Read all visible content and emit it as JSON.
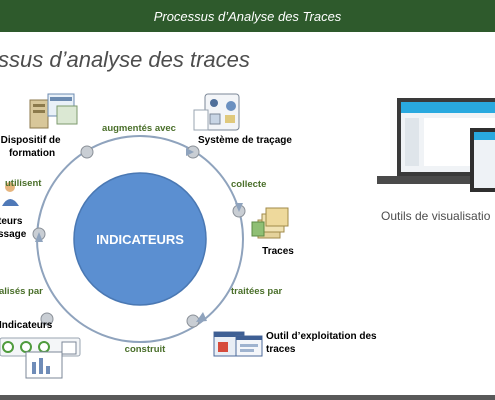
{
  "header": {
    "title": "Processus d’Analyse des Traces"
  },
  "slide": {
    "subtitle": "ssus d’analyse des traces"
  },
  "cycle": {
    "center_label": "INDICATEURS",
    "nodes": {
      "dispositif": "Dispositif de formation",
      "systeme": "Système de traçage",
      "traces": "Traces",
      "outil": "Outil d’exploitation des traces",
      "indicateurs": "Indicateurs",
      "acteurs_line1": "teurs",
      "acteurs_line2": "ssage"
    },
    "edges": {
      "augmentes": "augmentés avec",
      "collecte": "collecte",
      "traitees": "traitées par",
      "construit": "construit",
      "alises": "alisés par",
      "utilisent": "utilisent"
    }
  },
  "right": {
    "caption": "Outils de visualisatio"
  },
  "colors": {
    "header_bg": "#2e5a2c",
    "edge_text": "#4a6f2a",
    "circle_fill": "#5b8fd1",
    "ring": "#8fa3bd"
  }
}
